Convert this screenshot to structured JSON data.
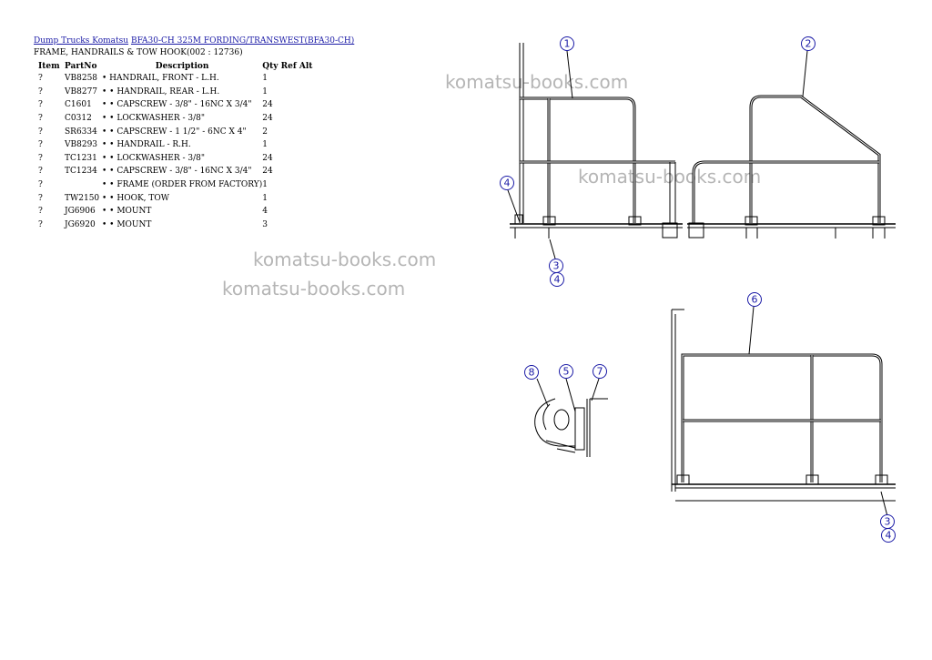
{
  "breadcrumb": {
    "link1": "Dump Trucks Komatsu",
    "link2": "BFA30-CH 325M FORDING/TRANSWEST(BFA30-CH)"
  },
  "subtitle": "FRAME, HANDRAILS & TOW HOOK(002 : 12736)",
  "table": {
    "headers": {
      "item": "Item",
      "partno": "PartNo",
      "description": "Description",
      "qty": "Qty Ref Alt"
    },
    "rows": [
      {
        "item": "?",
        "partno": "VB8258",
        "description": "• HANDRAIL, FRONT - L.H.",
        "qty": "1"
      },
      {
        "item": "?",
        "partno": "VB8277",
        "description": "• • HANDRAIL, REAR - L.H.",
        "qty": "1"
      },
      {
        "item": "?",
        "partno": "C1601",
        "description": "• • CAPSCREW - 3/8\" - 16NC X 3/4\"",
        "qty": "24"
      },
      {
        "item": "?",
        "partno": "C0312",
        "description": "• • LOCKWASHER - 3/8\"",
        "qty": "24"
      },
      {
        "item": "?",
        "partno": "SR6334",
        "description": "• • CAPSCREW - 1 1/2\" - 6NC X 4\"",
        "qty": "2"
      },
      {
        "item": "?",
        "partno": "VB8293",
        "description": "• • HANDRAIL - R.H.",
        "qty": "1"
      },
      {
        "item": "?",
        "partno": "TC1231",
        "description": "• • LOCKWASHER - 3/8\"",
        "qty": "24"
      },
      {
        "item": "?",
        "partno": "TC1234",
        "description": "• • CAPSCREW - 3/8\" - 16NC X 3/4\"",
        "qty": "24"
      },
      {
        "item": "?",
        "partno": "",
        "description": "• • FRAME (ORDER FROM FACTORY)",
        "qty": "1"
      },
      {
        "item": "?",
        "partno": "TW2150",
        "description": "• • HOOK, TOW",
        "qty": "1"
      },
      {
        "item": "?",
        "partno": "JG6906",
        "description": "• • MOUNT",
        "qty": "4"
      },
      {
        "item": "?",
        "partno": "JG6920",
        "description": "• • MOUNT",
        "qty": "3"
      }
    ]
  },
  "watermark": "komatsu-books.com",
  "callouts": {
    "c1": "1",
    "c2": "2",
    "c3": "3",
    "c4": "4",
    "c5": "5",
    "c6": "6",
    "c7": "7",
    "c8": "8"
  },
  "colors": {
    "link": "#1a1aa6",
    "callout": "#1a1aa6",
    "line": "#000000",
    "watermark": "#787878"
  }
}
